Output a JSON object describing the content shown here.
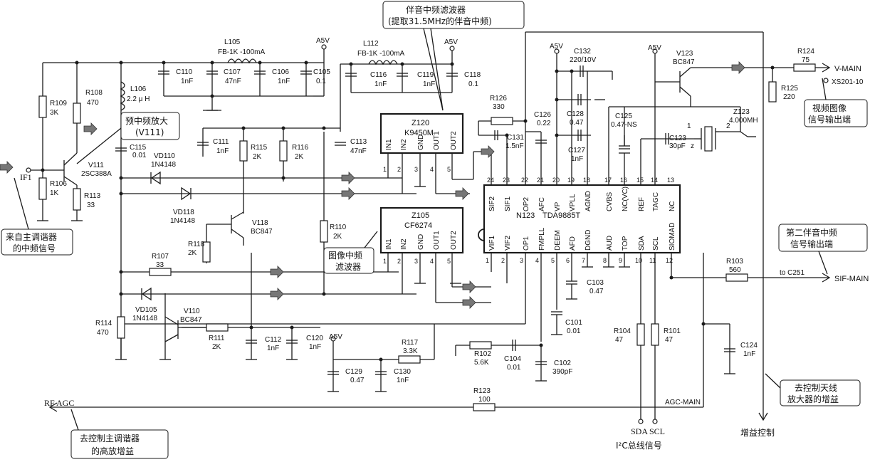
{
  "callouts": {
    "sif_filter_line1": "伴音中频滤波器",
    "sif_filter_line2": "(提取31.5MHz的伴音中频)",
    "pre_if_line1": "预中频放大",
    "pre_if_line2": "(V111)",
    "from_tuner_line1": "来自主调谐器",
    "from_tuner_line2": "的中频信号",
    "vif_filter_line1": "图像中频",
    "vif_filter_line2": "滤波器",
    "video_out_line1": "视频图像",
    "video_out_line2": "信号输出端",
    "sif2_out_line1": "第二伴音中频",
    "sif2_out_line2": "信号输出端",
    "antenna_gain_line1": "去控制天线",
    "antenna_gain_line2": "放大器的增益",
    "tuner_gain_line1": "去控制主调谐器",
    "tuner_gain_line2": "的高放增益",
    "i2c": "I²C总线信号",
    "gain_control": "增益控制"
  },
  "ic": {
    "ref": "N123",
    "part": "TDA9885T",
    "top_pins": [
      {
        "num": "24",
        "name": "SIF2"
      },
      {
        "num": "23",
        "name": "SIF1"
      },
      {
        "num": "22",
        "name": "OP2"
      },
      {
        "num": "21",
        "name": "AFC"
      },
      {
        "num": "20",
        "name": "VP"
      },
      {
        "num": "19",
        "name": "VPLL"
      },
      {
        "num": "18",
        "name": "AGND"
      },
      {
        "num": "17",
        "name": "CVBS"
      },
      {
        "num": "16",
        "name": "NC(VC)"
      },
      {
        "num": "15",
        "name": "REF"
      },
      {
        "num": "14",
        "name": "TAGC"
      },
      {
        "num": "13",
        "name": "NC"
      }
    ],
    "bottom_pins": [
      {
        "num": "1",
        "name": "VIF1"
      },
      {
        "num": "2",
        "name": "VIF2"
      },
      {
        "num": "3",
        "name": "OP1"
      },
      {
        "num": "4",
        "name": "FMPLL"
      },
      {
        "num": "5",
        "name": "DEEM"
      },
      {
        "num": "6",
        "name": "AFD"
      },
      {
        "num": "7",
        "name": "DGND"
      },
      {
        "num": "8",
        "name": "AUD"
      },
      {
        "num": "9",
        "name": "TOP"
      },
      {
        "num": "10",
        "name": "SDA"
      },
      {
        "num": "11",
        "name": "SCL"
      },
      {
        "num": "12",
        "name": "SIOMAD"
      }
    ]
  },
  "filters": {
    "z120": {
      "ref": "Z120",
      "part": "K9450M",
      "pins": [
        "IN1",
        "IN2",
        "GND",
        "OUT1",
        "OUT2"
      ],
      "nums": [
        "1",
        "2",
        "3",
        "4",
        "5"
      ]
    },
    "z105": {
      "ref": "Z105",
      "part": "CF6274",
      "pins": [
        "IN1",
        "IN2",
        "GND",
        "OUT1",
        "OUT2"
      ],
      "nums": [
        "1",
        "2",
        "3",
        "4",
        "5"
      ]
    }
  },
  "components": {
    "l105": {
      "ref": "L105",
      "value": "FB-1K  -100mA"
    },
    "l112": {
      "ref": "L112",
      "value": "FB-1K  -100mA"
    },
    "l106": {
      "ref": "L106",
      "value": "2.2 μ H"
    },
    "a5v": "A5V",
    "c110": {
      "ref": "C110",
      "value": "1nF"
    },
    "c107": {
      "ref": "C107",
      "value": "47nF"
    },
    "c106": {
      "ref": "C106",
      "value": "1nF"
    },
    "c105": {
      "ref": "C105",
      "value": "0.1"
    },
    "c116": {
      "ref": "C116",
      "value": "1nF"
    },
    "c119": {
      "ref": "C119",
      "value": "1nF"
    },
    "c118": {
      "ref": "C118",
      "value": "0.1"
    },
    "r109": {
      "ref": "R109",
      "value": "3K"
    },
    "r108": {
      "ref": "R108",
      "value": "470"
    },
    "r106": {
      "ref": "R106",
      "value": "1K"
    },
    "r113": {
      "ref": "R113",
      "value": "33"
    },
    "v111": {
      "ref": "V111",
      "value": "2SC388A"
    },
    "if1": "IF1",
    "c115": {
      "ref": "C115",
      "value": "0.01"
    },
    "c111": {
      "ref": "C111",
      "value": "1nF"
    },
    "r115": {
      "ref": "R115",
      "value": "2K"
    },
    "r116": {
      "ref": "R116",
      "value": "2K"
    },
    "c113": {
      "ref": "C113",
      "value": "47nF"
    },
    "vd110": {
      "ref": "VD110",
      "value": "1N4148"
    },
    "vd118": {
      "ref": "VD118",
      "value": "1N4148"
    },
    "v118": {
      "ref": "V118",
      "value": "BC847"
    },
    "r118": {
      "ref": "R118",
      "value": "2K"
    },
    "r110": {
      "ref": "R110",
      "value": "2K"
    },
    "r107": {
      "ref": "R107",
      "value": "33"
    },
    "vd105": {
      "ref": "VD105",
      "value": "1N4148"
    },
    "v110": {
      "ref": "V110",
      "value": "BC847"
    },
    "r114": {
      "ref": "R114",
      "value": "470"
    },
    "r111": {
      "ref": "R111",
      "value": "2K"
    },
    "c112": {
      "ref": "C112",
      "value": "1nF"
    },
    "c120": {
      "ref": "C120",
      "value": "1nF"
    },
    "r117": {
      "ref": "R117",
      "value": "3.3K"
    },
    "c129": {
      "ref": "C129",
      "value": "0.47"
    },
    "c130": {
      "ref": "C130",
      "value": "1nF"
    },
    "r102": {
      "ref": "R102",
      "value": "5.6K"
    },
    "c104": {
      "ref": "C104",
      "value": "0.01"
    },
    "c102": {
      "ref": "C102",
      "value": "390pF"
    },
    "c101": {
      "ref": "C101",
      "value": "0.01"
    },
    "c103": {
      "ref": "C103",
      "value": "0.47"
    },
    "r126": {
      "ref": "R126",
      "value": "330"
    },
    "c131": {
      "ref": "C131",
      "value": "1.5nF"
    },
    "c126": {
      "ref": "C126",
      "value": "0.22"
    },
    "c132": {
      "ref": "C132",
      "value": "220/10V"
    },
    "c128": {
      "ref": "C128",
      "value": "0.47"
    },
    "c127": {
      "ref": "C127",
      "value": "1nF"
    },
    "c125": {
      "ref": "C125",
      "value": "0.47-NS"
    },
    "c123": {
      "ref": "C123",
      "value": "30pF"
    },
    "z123": {
      "ref": "Z123",
      "value": "4.000MH"
    },
    "v123": {
      "ref": "V123",
      "value": "BC847"
    },
    "r124": {
      "ref": "R124",
      "value": "75"
    },
    "r125": {
      "ref": "R125",
      "value": "220"
    },
    "r103": {
      "ref": "R103",
      "value": "560"
    },
    "r104": {
      "ref": "R104",
      "value": "47"
    },
    "r101": {
      "ref": "R101",
      "value": "47"
    },
    "c124": {
      "ref": "C124",
      "value": "1nF"
    },
    "r123": {
      "ref": "R123",
      "value": "100"
    }
  },
  "nets": {
    "vmain": "V-MAIN",
    "xs201": "XS201-10",
    "sifmain": "SIF-MAIN",
    "to_c251": "to  C251",
    "agcmain": "AGC-MAIN",
    "rfagc": "RF AGC",
    "sda": "SDA",
    "scl": "SCL",
    "xtal_1": "1",
    "xtal_2": "2",
    "xtal_z": "z"
  }
}
